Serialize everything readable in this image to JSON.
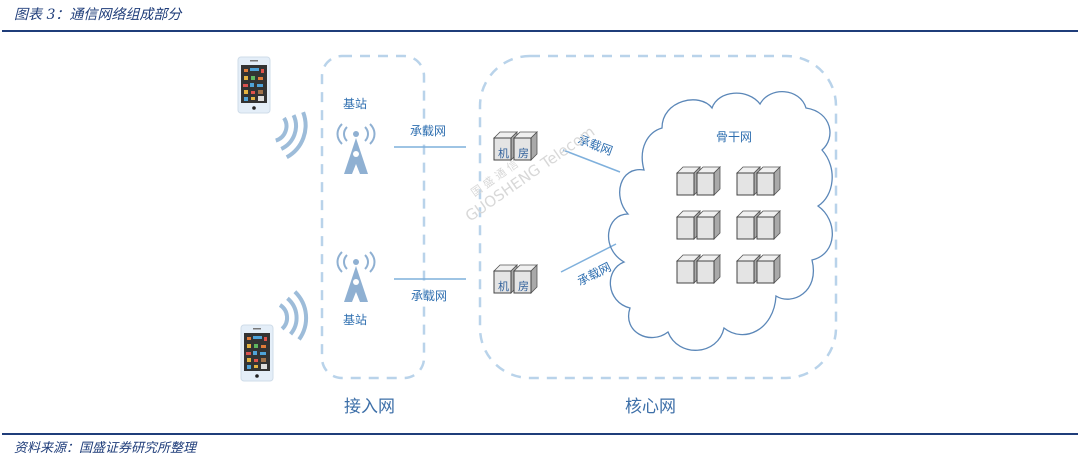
{
  "header": {
    "title": "图表 3：通信网络组成部分"
  },
  "footer": {
    "source": "资料来源：国盛证券研究所整理"
  },
  "diagram": {
    "access_network_label": "接入网",
    "core_network_label": "核心网",
    "base_stations": [
      {
        "label": "基站"
      },
      {
        "label": "基站"
      }
    ],
    "bearer_links": [
      {
        "label": "承载网"
      },
      {
        "label": "承载网"
      },
      {
        "label": "承载网"
      },
      {
        "label": "承载网"
      }
    ],
    "machine_rooms": [
      {
        "left": "机",
        "right": "房"
      },
      {
        "left": "机",
        "right": "房"
      }
    ],
    "backbone_label": "骨干网",
    "watermark": {
      "cn": "国 盛 通 信",
      "en": "GUOSHENG Telecom"
    },
    "colors": {
      "accent": "#1f3d7a",
      "dashed": "#b9d3ea",
      "line": "#7fb0dc",
      "cloud": "#5b87b8",
      "tower": "#8fb0d2"
    }
  }
}
